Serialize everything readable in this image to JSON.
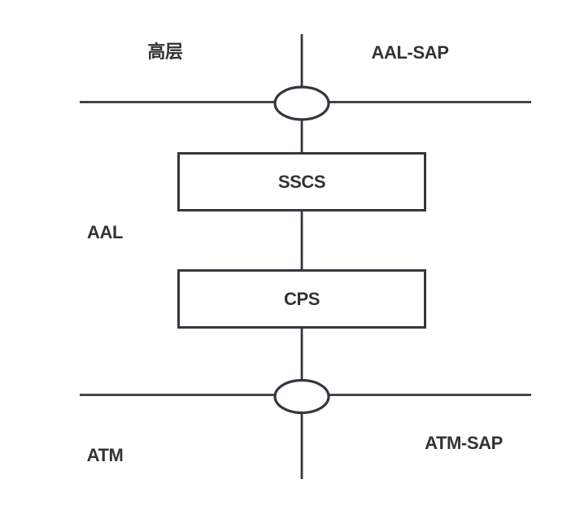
{
  "labels": {
    "upper_layer": "高层",
    "aal_sap": "AAL-SAP",
    "aal": "AAL",
    "atm": "ATM",
    "atm_sap": "ATM-SAP"
  },
  "boxes": {
    "sscs": {
      "label": "SSCS"
    },
    "cps": {
      "label": "CPS"
    }
  },
  "colors": {
    "stroke": "#33383e",
    "text": "#333333",
    "background": "#ffffff"
  }
}
